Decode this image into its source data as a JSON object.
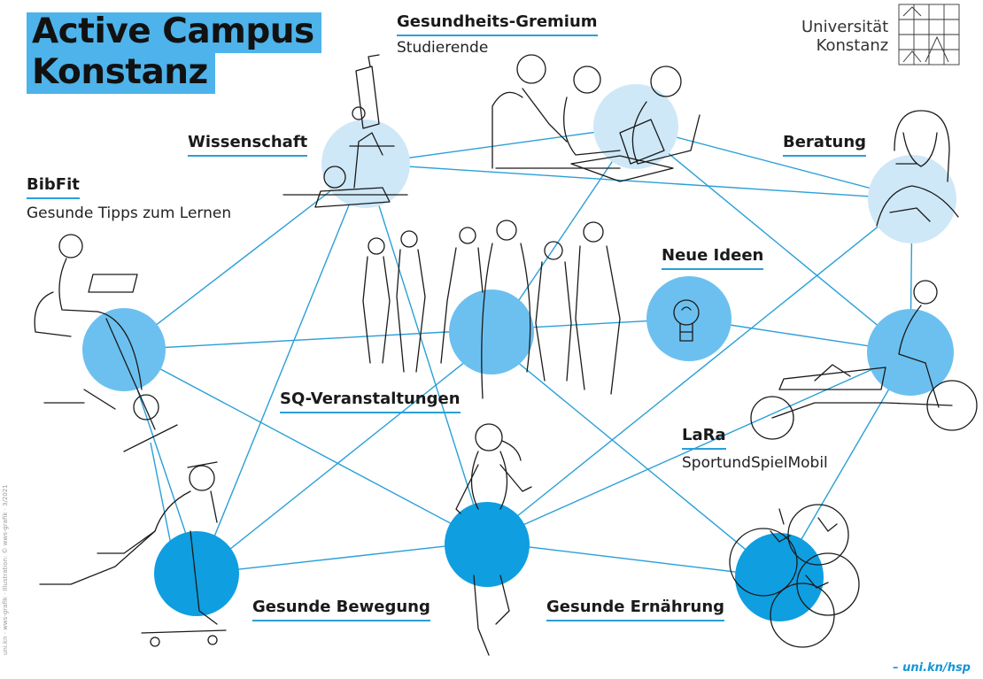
{
  "title": {
    "line1": "Active Campus",
    "line2": "Konstanz"
  },
  "university": {
    "line1": "Universität",
    "line2": "Konstanz"
  },
  "labels": {
    "gremium": "Gesundheits-Gremium",
    "gremium_sub": "Studierende",
    "wissenschaft": "Wissenschaft",
    "bibfit": "BibFit",
    "bibfit_sub": "Gesunde Tipps zum Lernen",
    "beratung": "Beratung",
    "neue_ideen": "Neue Ideen",
    "sq": "SQ-Veranstaltungen",
    "lara": "LaRa",
    "lara_sub": "SportundSpielMobil",
    "bewegung": "Gesunde Bewegung",
    "ernaehrung": "Gesunde Ernährung"
  },
  "footer": {
    "url": "– uni.kn/hsp",
    "credit": "uni.kn · wws-grafik · Illustration: © wws-grafik · 3/2021"
  },
  "colors": {
    "light_blue": "#cfe8f7",
    "mid_blue": "#6cc0ef",
    "dark_blue": "#0f9ee0",
    "line_blue": "#2a9fd8",
    "title_bg": "#4db3ea",
    "ink": "#1a1a1a"
  },
  "icons": [
    "microscope-icon",
    "study-group-icon",
    "consultant-headset-icon",
    "exercise-bike-icon",
    "students-group-icon",
    "light-bulb-icon",
    "cargo-bike-icon",
    "skateboarder-icon",
    "jogger-icon",
    "tomatoes-icon"
  ]
}
